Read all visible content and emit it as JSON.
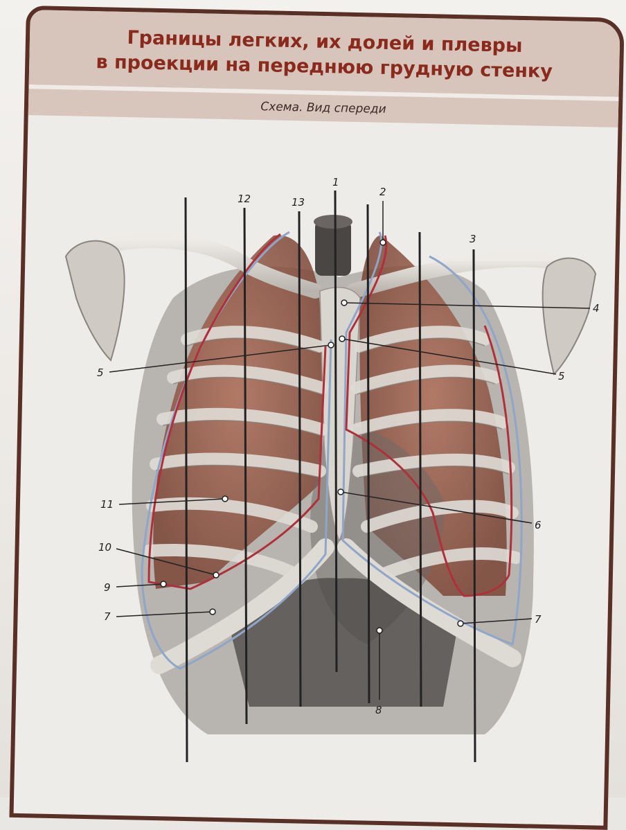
{
  "title": {
    "line1": "Границы легких, их долей и плевры",
    "line2": "в проекции на переднюю грудную стенку"
  },
  "subtitle": "Схема. Вид спереди",
  "labels": {
    "n1": "1",
    "n2": "2",
    "n3": "3",
    "n4": "4",
    "n5_left": "5",
    "n5_right": "5",
    "n6": "6",
    "n7_left": "7",
    "n7_right": "7",
    "n8": "8",
    "n9": "9",
    "n10": "10",
    "n11": "11",
    "n12": "12",
    "n13": "13"
  },
  "colors": {
    "frame": "#5a3026",
    "title": "#8a2a1c",
    "band": "#d7c5bb",
    "lung": "#9a5a44",
    "pleura_red": "#b0303a",
    "pleura_blue": "#8fa6c8",
    "bone": "#dcd8d2"
  }
}
